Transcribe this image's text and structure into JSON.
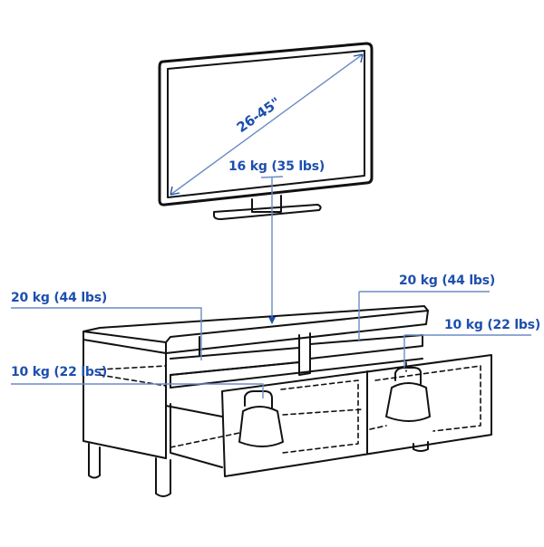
{
  "diagram": {
    "subject": "TV bench with drawers and TV load capacities",
    "accent_color": "#1d4fae",
    "line_color": "#6b8cc4",
    "tv": {
      "screen_size_label": "26-45\"",
      "max_weight_label": "16 kg (35 lbs)"
    },
    "bench": {
      "left_shelf_label": "20 kg (44 lbs)",
      "right_shelf_label": "20 kg (44 lbs)",
      "left_drawer_label": "10 kg (22 lbs)",
      "right_drawer_label": "10 kg (22 lbs)"
    }
  }
}
